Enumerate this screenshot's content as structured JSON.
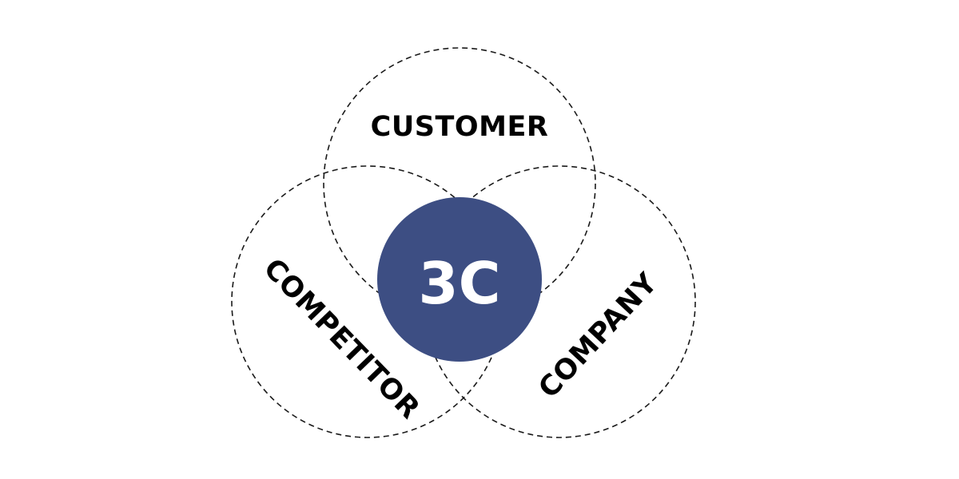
{
  "diagram": {
    "center_label": "3C",
    "customer_label": "CUSTOMER",
    "competitor_label": "COMPETITOR",
    "company_label": "COMPANY"
  },
  "colors": {
    "background": "#ffffff",
    "hub_fill": "#3d4e83",
    "hub_text": "#ffffff",
    "ring_stroke": "#1a1a1a",
    "label_text": "#000000"
  }
}
